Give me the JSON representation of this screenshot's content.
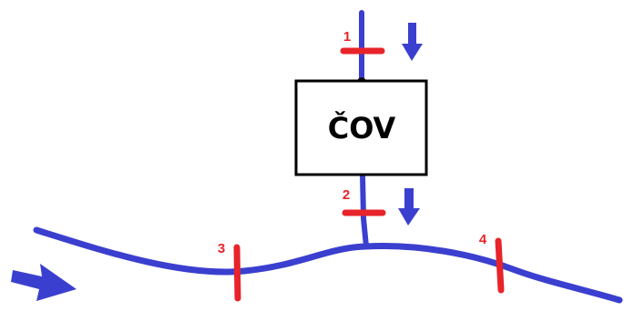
{
  "plant": {
    "label": "ČOV"
  },
  "markers": [
    {
      "id": "1",
      "label": "1"
    },
    {
      "id": "2",
      "label": "2"
    },
    {
      "id": "3",
      "label": "3"
    },
    {
      "id": "4",
      "label": "4"
    }
  ],
  "colors": {
    "pipe": "#3b3fcf",
    "river": "#3b3fcf",
    "flow_arrow": "#3b3fcf",
    "marker": "#e8242b",
    "box_border": "#000000"
  },
  "icons": {
    "flow_down": "arrow-down-icon",
    "river_flow": "arrow-right-icon"
  }
}
